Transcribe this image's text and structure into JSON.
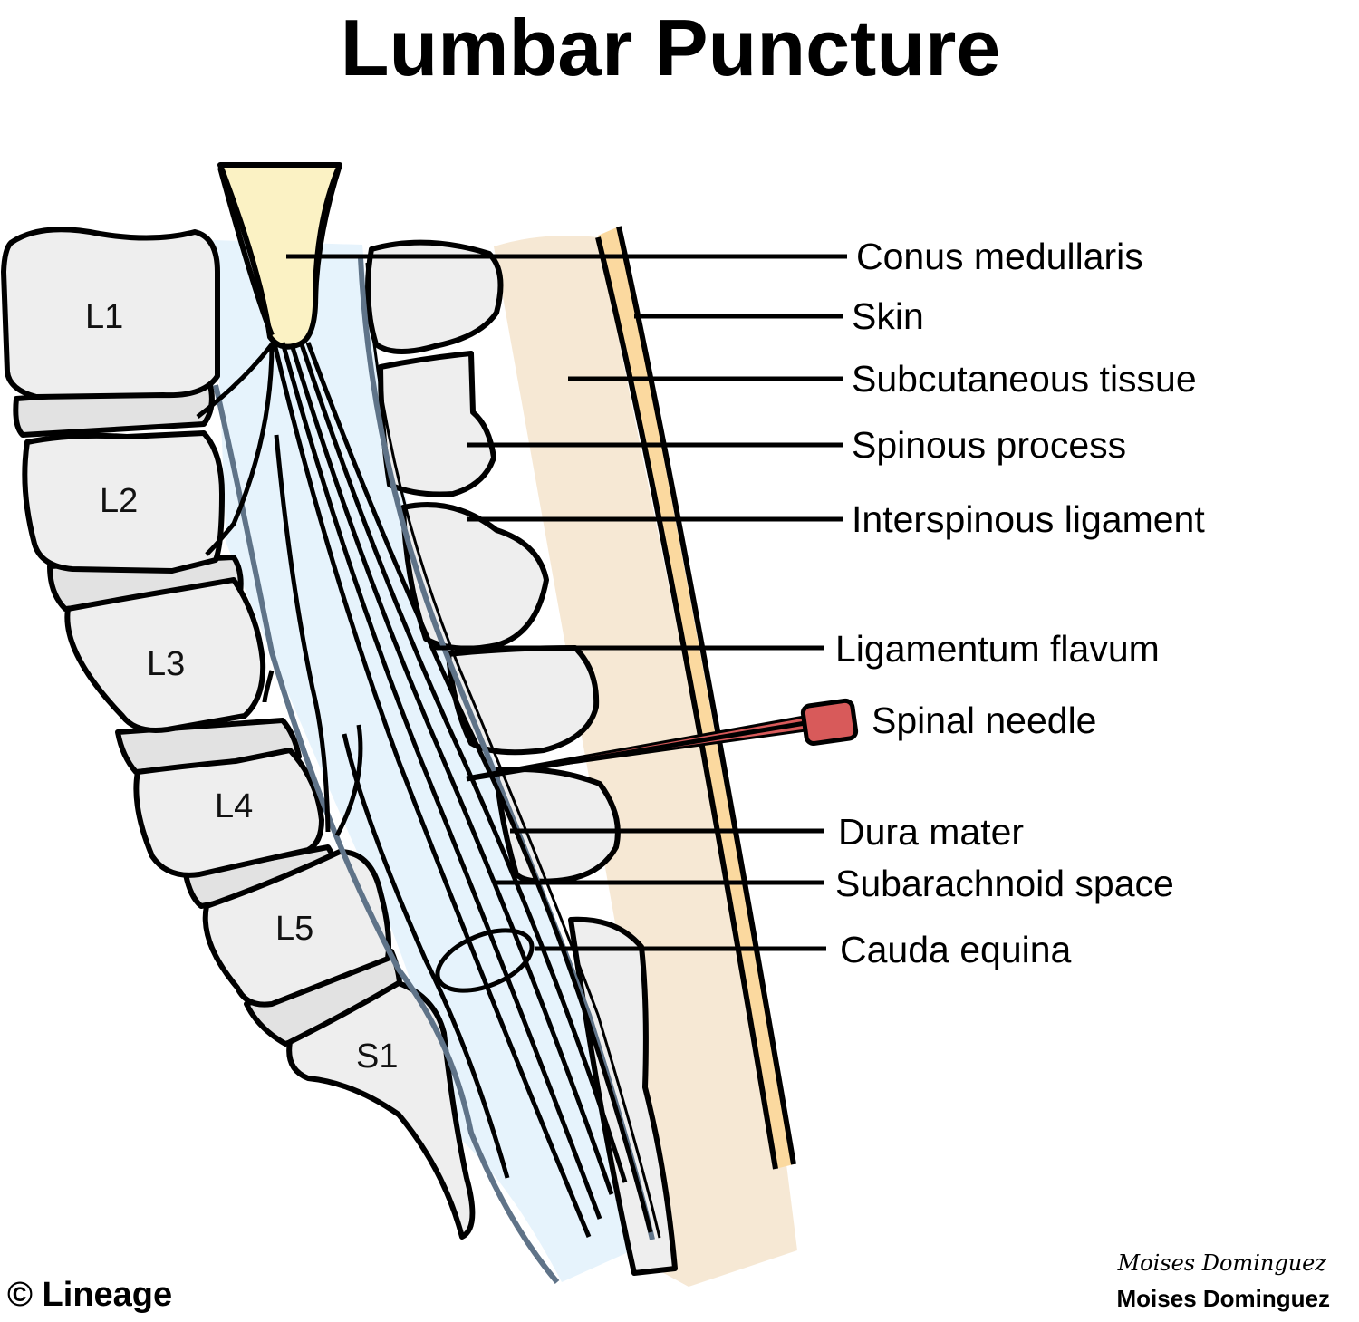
{
  "title": "Lumbar Puncture",
  "vertebrae": [
    "L1",
    "L2",
    "L3",
    "L4",
    "L5",
    "S1"
  ],
  "labels": {
    "conus_medullaris": "Conus medullaris",
    "skin": "Skin",
    "subcutaneous_tissue": "Subcutaneous tissue",
    "spinous_process": "Spinous process",
    "interspinous_ligament": "Interspinous ligament",
    "ligamentum_flavum": "Ligamentum flavum",
    "spinal_needle": "Spinal needle",
    "dura_mater": "Dura mater",
    "subarachnoid_space": "Subarachnoid space",
    "cauda_equina": "Cauda equina"
  },
  "footer": {
    "copyright": "© Lineage",
    "author": "Moises Dominguez",
    "signature": "Moises Dominguez"
  },
  "colors": {
    "bone": "#eeeeee",
    "outline": "#000000",
    "csf": "#e6f3fc",
    "cord": "#fbf2c4",
    "tissue": "#f6e8d4",
    "skin": "#fbd99f",
    "dura": "#5f7388",
    "needle": "#d85a5a"
  }
}
